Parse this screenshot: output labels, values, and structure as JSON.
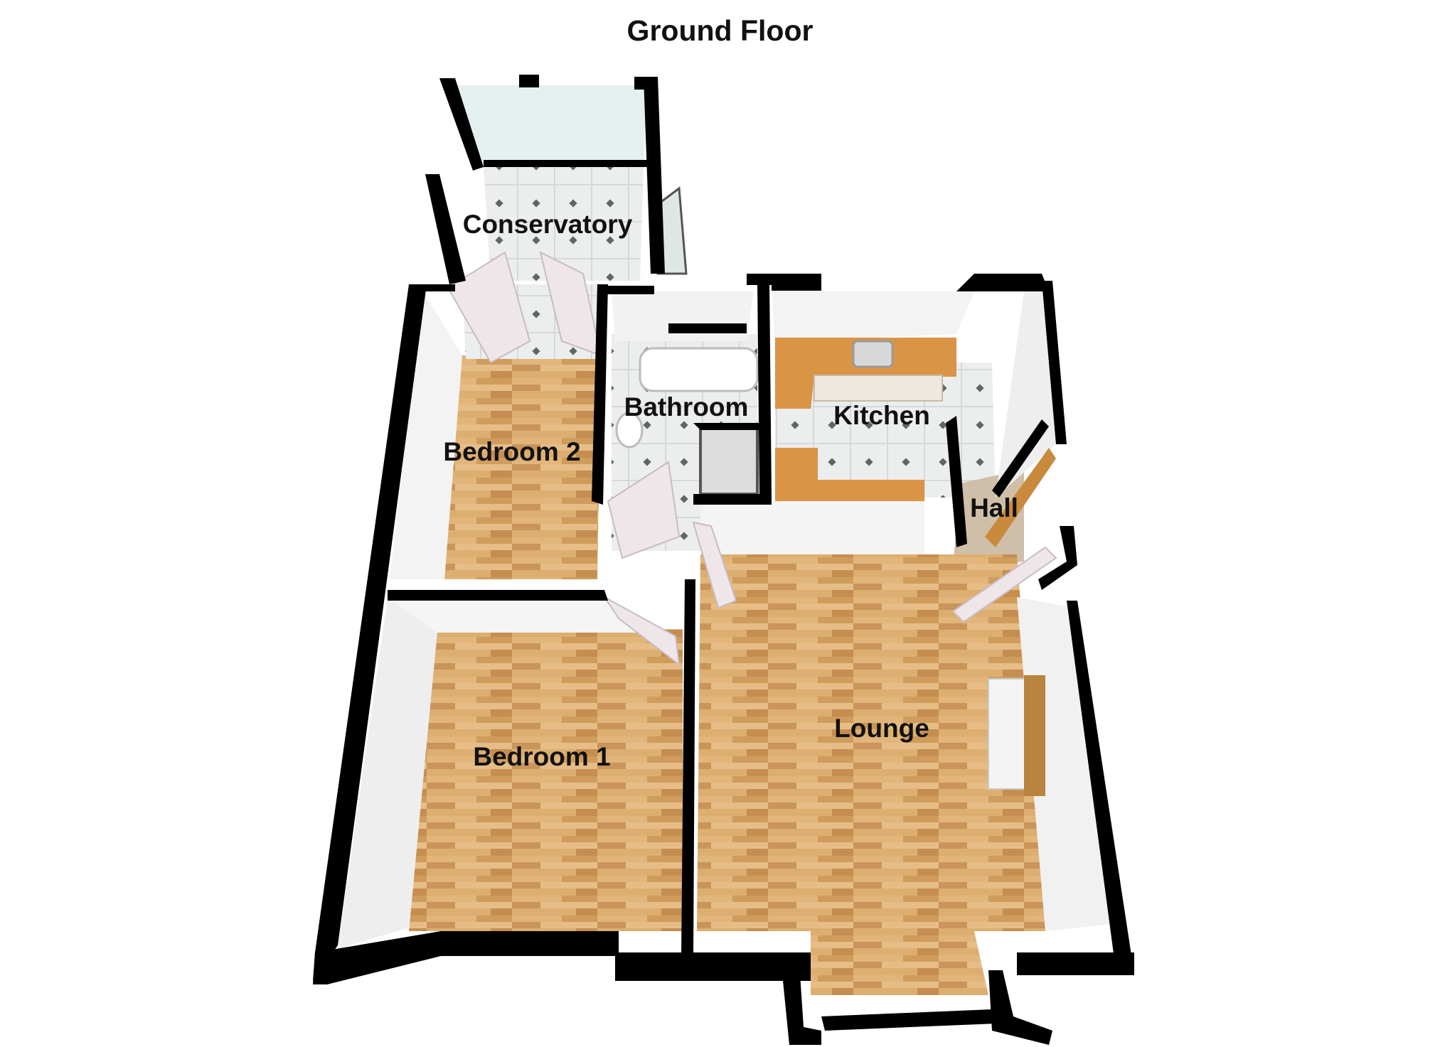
{
  "floor_title": "Ground Floor",
  "rooms": {
    "conservatory": "Conservatory",
    "bedroom2": "Bedroom 2",
    "bathroom": "Bathroom",
    "kitchen": "Kitchen",
    "hall": "Hall",
    "lounge": "Lounge",
    "bedroom1": "Bedroom 1"
  },
  "colors": {
    "wall": "#000000",
    "inner_wall": "#f2f2f2",
    "wood_floor": "#d9a96a",
    "tile_floor": "#e8eaea",
    "worktop": "#d99445",
    "door": "#efe6ea",
    "glass": "#cfe6e3"
  }
}
